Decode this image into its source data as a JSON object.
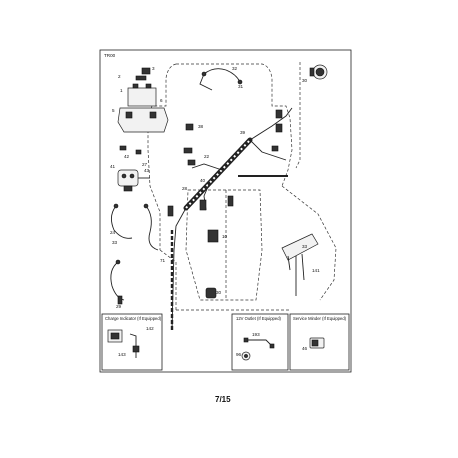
{
  "diagram_code": "TR00",
  "page_number": "7/15",
  "insets": {
    "charge_indicator": {
      "title": "Charge Indicator (If Equipped)",
      "callouts": [
        "142",
        "143"
      ]
    },
    "outlet_12v": {
      "title": "12V Outlet (If Equipped)",
      "callouts": [
        "193",
        "96"
      ]
    },
    "service_minder": {
      "title": "Service Minder (If Equipped)",
      "callouts": [
        "46"
      ]
    }
  },
  "callouts": {
    "c1": "2",
    "c2": "3",
    "c3": "1",
    "c4": "6",
    "c5": "5",
    "c6": "32",
    "c7": "31",
    "c8": "30",
    "c9": "38",
    "c10": "39",
    "c11": "22",
    "c12": "42",
    "c13": "27",
    "c14": "41",
    "c15": "43",
    "c16": "28",
    "c17": "40",
    "c18": "10",
    "c19": "24",
    "c20": "33",
    "c21": "71",
    "c22": "29",
    "c23": "30",
    "c24": "141",
    "c25": "33"
  }
}
